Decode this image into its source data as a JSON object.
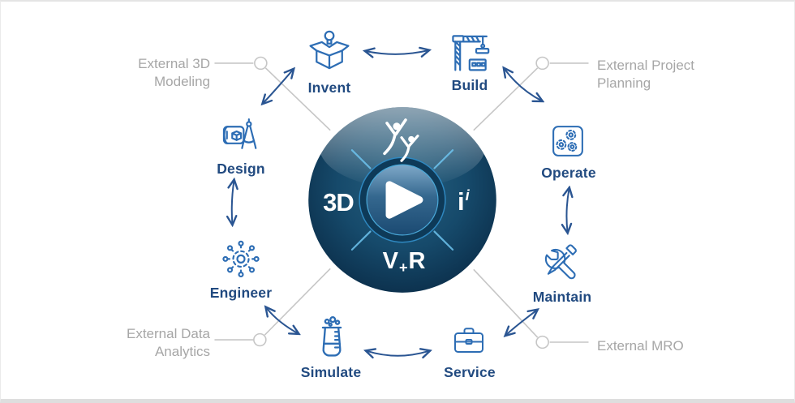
{
  "compass": {
    "left_text": "3D",
    "right_text_base": "i",
    "right_text_sup": "i",
    "bottom_text_v": "V",
    "bottom_text_plus": "+",
    "bottom_text_r": "R"
  },
  "lifecycle": {
    "nodes": [
      {
        "label": "Invent",
        "icon": "open-box-lightbulb-icon"
      },
      {
        "label": "Build",
        "icon": "construction-crane-icon"
      },
      {
        "label": "Design",
        "icon": "blueprint-drafting-compass-icon"
      },
      {
        "label": "Operate",
        "icon": "gears-panel-icon"
      },
      {
        "label": "Engineer",
        "icon": "gear-network-icon"
      },
      {
        "label": "Maintain",
        "icon": "wrench-screwdriver-icon"
      },
      {
        "label": "Simulate",
        "icon": "beaker-icon"
      },
      {
        "label": "Service",
        "icon": "briefcase-icon"
      }
    ]
  },
  "external_links": [
    {
      "label_lines": [
        "External 3D",
        "Modeling"
      ]
    },
    {
      "label_lines": [
        "External Project",
        "Planning"
      ]
    },
    {
      "label_lines": [
        "External Data",
        "Analytics"
      ]
    },
    {
      "label_lines": [
        "External MRO"
      ]
    }
  ],
  "colors": {
    "icon_blue": "#2d6db4",
    "label_blue": "#214a80",
    "external_gray": "#a6a6a6",
    "arrow_blue": "#2a5592",
    "connector_gray": "#c6c6c6",
    "compass_navy": "#0d3150",
    "compass_cyan": "#3e96cc"
  }
}
